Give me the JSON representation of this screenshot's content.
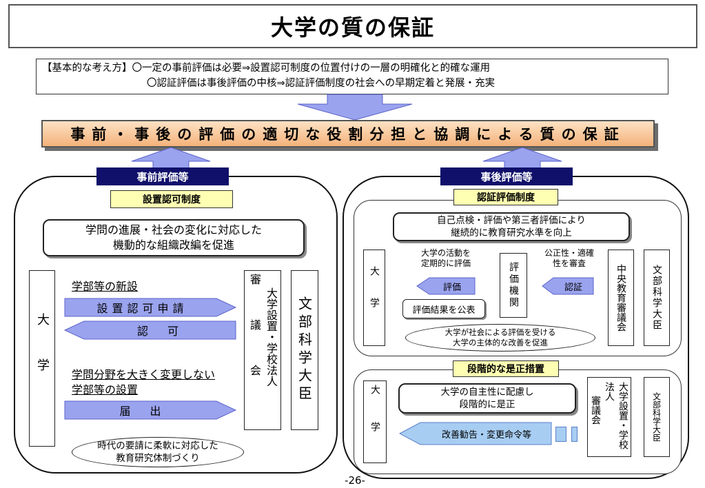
{
  "title": "大学の質の保証",
  "basic": {
    "line1": "【基本的な考え方】〇一定の事前評価は必要⇒設置認可制度の位置付けの一層の明確化と的確な運用",
    "line2": "〇認証評価は事後評価の中核⇒認証評価制度の社会への早期定着と発展・充実"
  },
  "banner": "事前・事後の評価の適切な役割分担と協調による質の保証",
  "left": {
    "header": "事前評価等",
    "subheader": "設置認可制度",
    "scroll": "学問の進展・社会の変化に対応した\n機動的な組織改編を促進",
    "university": "大学",
    "item1": "学部等の新設",
    "arrow_apply": "設置認可申請",
    "arrow_approve": "認　可",
    "item2_line1": "学問分野を大きく変更しない",
    "item2_line2": "学部等の設置",
    "arrow_notify": "届　出",
    "council_a": "審議会",
    "council_b": "大学設置・学校法人",
    "ministry": "文部科学大臣",
    "oval": "時代の要請に柔軟に対応した\n教育研究体制づくり"
  },
  "right": {
    "header": "事後評価等",
    "sub1": {
      "label": "認証評価制度",
      "scroll": "自己点検・評価や第三者評価により\n継続的に教育研究水準を向上",
      "university": "大学",
      "activity": "大学の活動を\n定期的に評価",
      "arrow_eval": "評価",
      "agency": "評価機関",
      "fairness": "公正性・適確\n性を審査",
      "arrow_cert": "認証",
      "council": "中央教育審議会",
      "ministry": "文部科学大臣",
      "publish": "評価結果を公表",
      "oval": "大学が社会による評価を受ける\n大学の主体的な改善を促進"
    },
    "sub2": {
      "label": "段階的な是正措置",
      "university": "大学",
      "scroll": "大学の自主性に配慮し\n段階的に是正",
      "arrow": "改善勧告・変更命令等",
      "council_a": "審議会",
      "council_b": "大学設置・学校法人",
      "ministry": "文部科学大臣"
    }
  },
  "page_number": "-26-",
  "colors": {
    "navy": "#10106b",
    "arrow_blue": "#9aa3ee",
    "banner_orange": "#f4b27a",
    "label_yellow": "#ffffb3"
  }
}
